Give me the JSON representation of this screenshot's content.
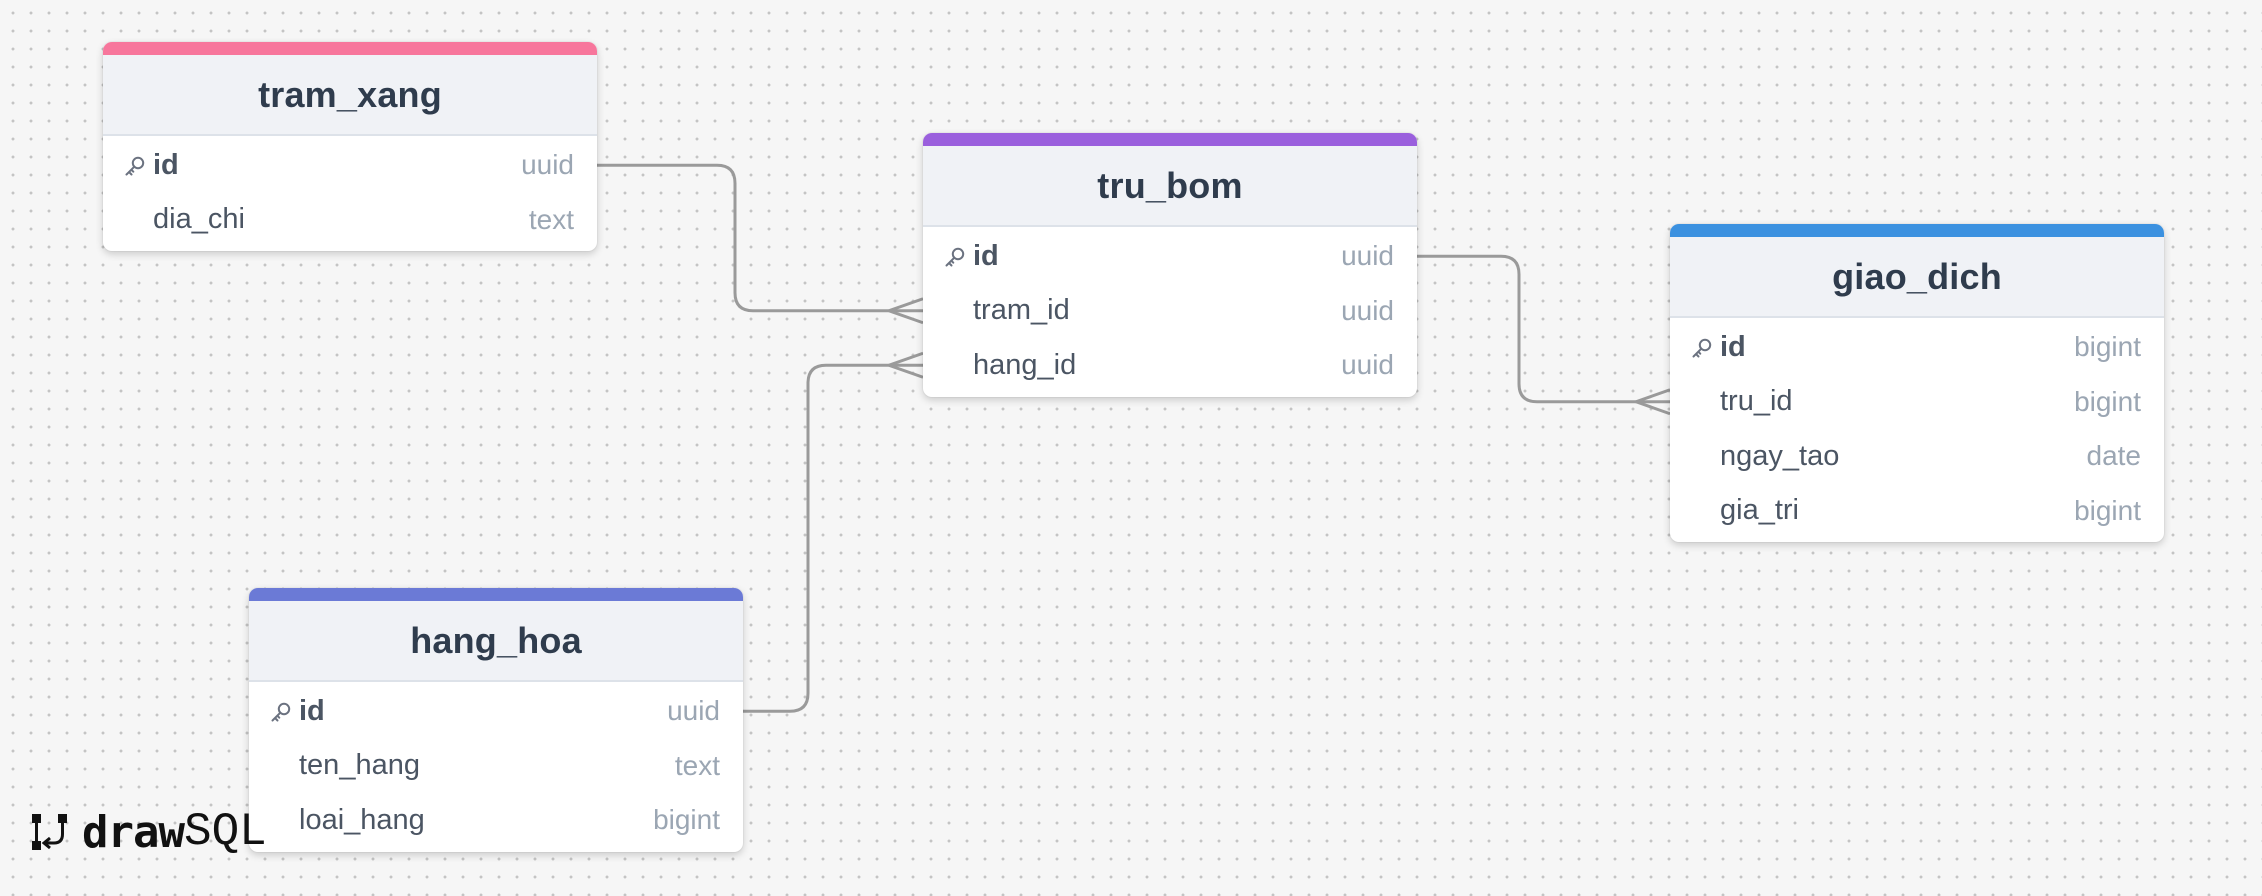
{
  "tables": [
    {
      "key": "tram_xang",
      "name": "tram_xang",
      "accent": "#f7769c",
      "fields": [
        {
          "name": "id",
          "type": "uuid",
          "pk": true
        },
        {
          "name": "dia_chi",
          "type": "text",
          "pk": false
        }
      ]
    },
    {
      "key": "tru_bom",
      "name": "tru_bom",
      "accent": "#9a5fdd",
      "fields": [
        {
          "name": "id",
          "type": "uuid",
          "pk": true
        },
        {
          "name": "tram_id",
          "type": "uuid",
          "pk": false
        },
        {
          "name": "hang_id",
          "type": "uuid",
          "pk": false
        }
      ]
    },
    {
      "key": "giao_dich",
      "name": "giao_dich",
      "accent": "#3b91e0",
      "fields": [
        {
          "name": "id",
          "type": "bigint",
          "pk": true
        },
        {
          "name": "tru_id",
          "type": "bigint",
          "pk": false
        },
        {
          "name": "ngay_tao",
          "type": "date",
          "pk": false
        },
        {
          "name": "gia_tri",
          "type": "bigint",
          "pk": false
        }
      ]
    },
    {
      "key": "hang_hoa",
      "name": "hang_hoa",
      "accent": "#6b7ad6",
      "fields": [
        {
          "name": "id",
          "type": "uuid",
          "pk": true
        },
        {
          "name": "ten_hang",
          "type": "text",
          "pk": false
        },
        {
          "name": "loai_hang",
          "type": "bigint",
          "pk": false
        }
      ]
    }
  ],
  "relations": [
    {
      "from_table": "tram_xang",
      "from_field": "id",
      "to_table": "tru_bom",
      "to_field": "tram_id",
      "cardinality": "one-to-many"
    },
    {
      "from_table": "hang_hoa",
      "from_field": "id",
      "to_table": "tru_bom",
      "to_field": "hang_id",
      "cardinality": "one-to-many"
    },
    {
      "from_table": "tru_bom",
      "from_field": "id",
      "to_table": "giao_dich",
      "to_field": "tru_id",
      "cardinality": "one-to-many"
    }
  ],
  "connector_color": "#9a9a9a",
  "logo": {
    "bold": "draw",
    "light": "SQL"
  }
}
